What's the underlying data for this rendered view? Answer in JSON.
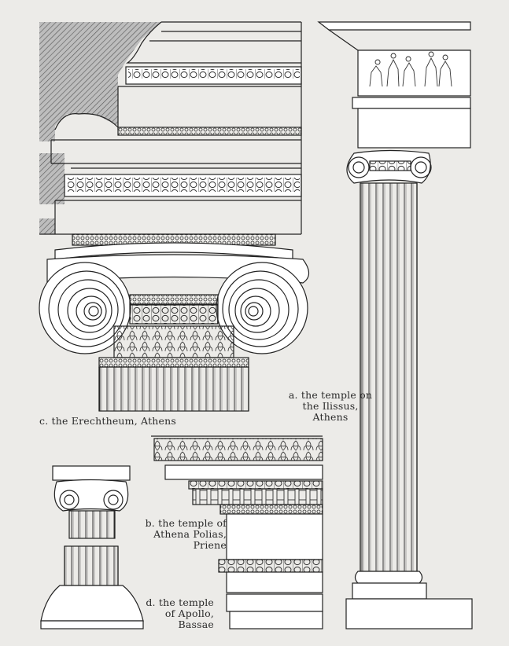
{
  "captions": {
    "c": "c. the Erechtheum, Athens",
    "a": [
      "a. the temple on",
      "the Ilissus,",
      "Athens"
    ],
    "b": [
      "b. the temple of",
      "Athena Polias,",
      "Priene"
    ],
    "d": [
      "d. the temple",
      "of Apollo,",
      "Bassae"
    ]
  },
  "colors": {
    "paper": "#ecebe8",
    "ink": "#2a2a2a"
  }
}
